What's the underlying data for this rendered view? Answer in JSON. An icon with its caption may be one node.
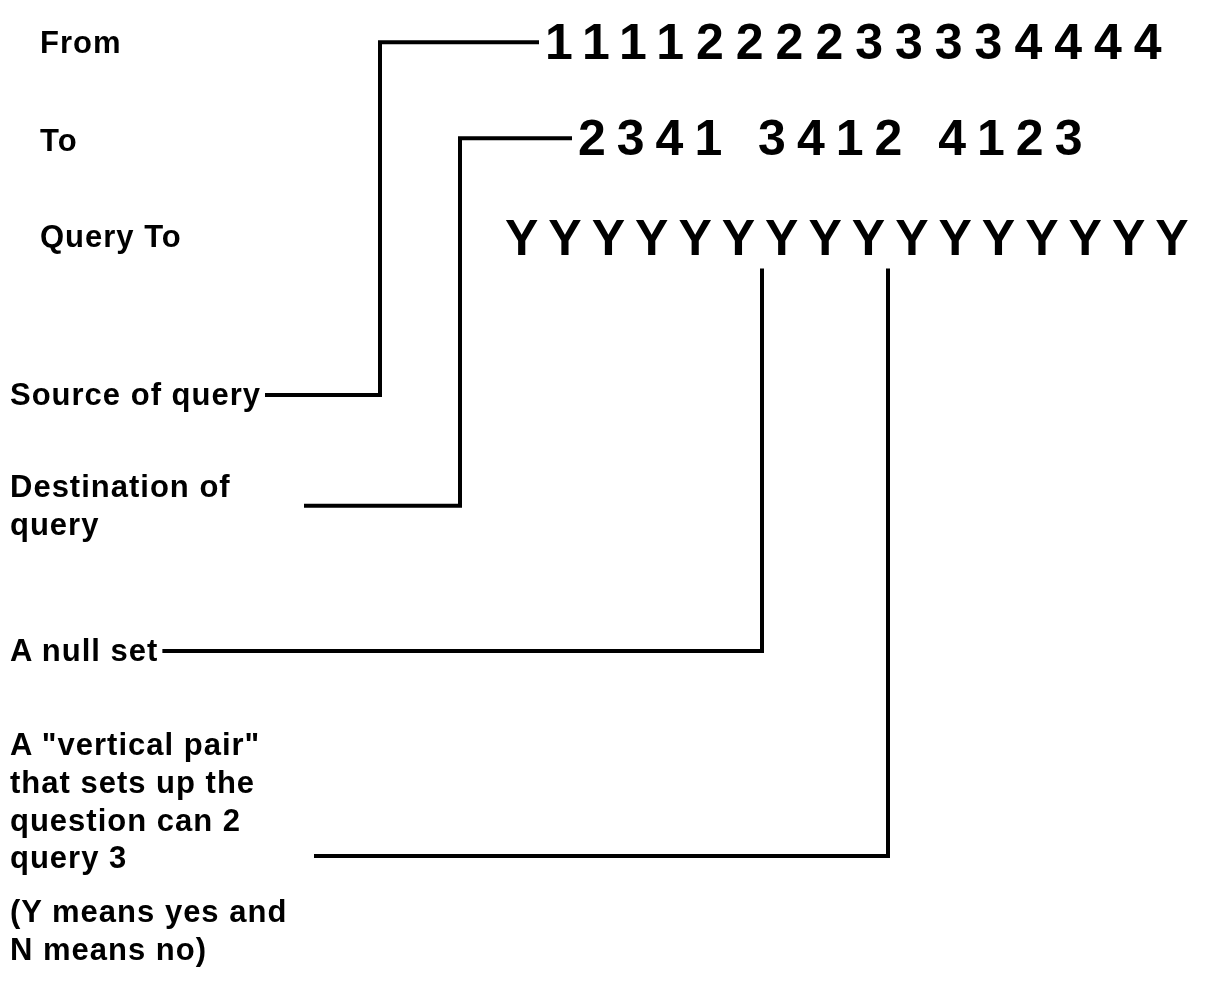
{
  "diagram": {
    "nodes": [
      {
        "text": [
          "1111222233334444"
        ]
      },
      {
        "text": [
          "2341 3412 4123"
        ]
      },
      {
        "text": [
          "YYYYYYYYYYYYYYYY"
        ]
      },
      {
        "text": [
          "Source of query"
        ]
      },
      {
        "text": [
          "Destination of query"
        ]
      },
      {
        "text": [
          "A null set"
        ]
      },
      {
        "text": [
          "A \"vertical pair\" that sets up the question can 2 query 3"
        ]
      }
    ],
    "edges": [
      {
        "from": 3,
        "to": 0,
        "arrow": "none"
      },
      {
        "from": 4,
        "to": 1,
        "arrow": "none"
      },
      {
        "from": 5,
        "to": 2,
        "arrow": "none"
      },
      {
        "from": 6,
        "to": 2,
        "arrow": "none"
      }
    ],
    "labels": [
      "From",
      "To",
      "Query To",
      "(Y means yes and N means no)"
    ]
  }
}
